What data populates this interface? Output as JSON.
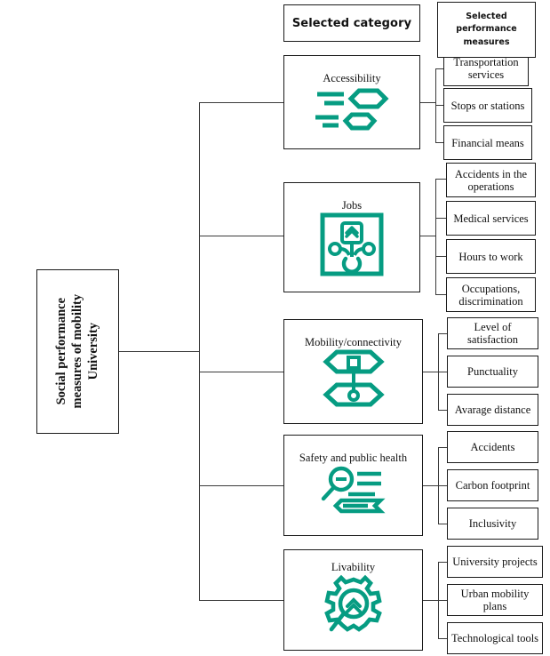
{
  "diagram": {
    "title_root": "Social performance\nmeasures of mobility\nUniversity",
    "headers": {
      "category_header": "Selected category",
      "measures_header": "Selected\nperformance\nmeasures"
    },
    "accent_color": "#069c82",
    "line_color": "#3a3a3a",
    "categories": [
      {
        "id": "accessibility",
        "label": "Accessibility",
        "icon": "speed-lines-hexagons-icon",
        "measures": [
          "Transportation services",
          "Stops or stations",
          "Financial means"
        ]
      },
      {
        "id": "jobs",
        "label": "Jobs",
        "icon": "network-chevron-up-icon",
        "measures": [
          "Accidents in the operations",
          "Medical services",
          "Hours to work",
          "Occupations, discrimination"
        ]
      },
      {
        "id": "mobility-connectivity",
        "label": "Mobility/connectivity",
        "icon": "hexagon-node-link-icon",
        "measures": [
          "Level of satisfaction",
          "Punctuality",
          "Avarage distance"
        ]
      },
      {
        "id": "safety-public-health",
        "label": "Safety and public health",
        "icon": "magnifier-lines-icon",
        "measures": [
          "Accidents",
          "Carbon footprint",
          "Inclusivity"
        ]
      },
      {
        "id": "livability",
        "label": "Livability",
        "icon": "gear-magnifier-chevron-icon",
        "measures": [
          "University projects",
          "Urban mobility plans",
          "Technological tools"
        ]
      }
    ]
  }
}
